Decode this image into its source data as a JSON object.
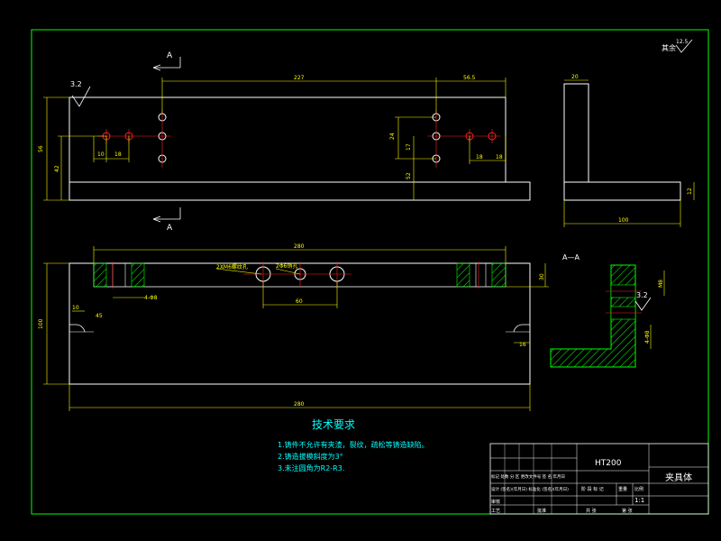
{
  "drawing": {
    "surface_note": "其余",
    "roughness_corner": "12.5",
    "section_label": "A",
    "section_view_title": "A—A",
    "roughness_32": "3.2"
  },
  "dimensions": {
    "top_span": "227",
    "top_right": "56.5",
    "left_height": "56",
    "left_inner": "42",
    "left_h1": "10",
    "left_h2": "18",
    "right_v1": "24",
    "right_v2": "17",
    "right_v3": "52",
    "right_h1": "18",
    "right_h2": "18",
    "side_top": "20",
    "side_bottom": "100",
    "side_right": "12",
    "plan_width": "280",
    "plan_bottom_width": "280",
    "plan_height": "100",
    "plan_right_h": "30",
    "plan_center": "60",
    "plan_left_note": "4-Φ8",
    "plan_left_small": "10",
    "plan_right_small": "16",
    "hole_note_1": "2XM6螺纹孔",
    "hole_note_2": "2Φ6销孔",
    "chamfer_left": "45",
    "section_dim_1": "M8",
    "section_dim_2": "4-Φ8"
  },
  "tech_requirements": {
    "title": "技术要求",
    "items": [
      "1.铸件不允许有夹渣，裂纹，疏松等铸造缺陷。",
      "2.铸造拔模斜度为3°",
      "3.未注圆角为R2-R3."
    ]
  },
  "title_block": {
    "material": "HT200",
    "part_name": "夹具体",
    "scale": "1:1",
    "row_labels_1": "标记 处数 分 区 更改文件号 签 名 年月日",
    "row_labels_2": "设计 (签名)(年月日) 标准化 (签名)(年月日)",
    "stage_labels": "阶 段 标 记",
    "weight_label": "重量",
    "scale_label": "比例",
    "audit": "审核",
    "process": "工艺",
    "approve": "批准",
    "sheet_total": "共  张",
    "sheet_no": "第  张"
  },
  "colors": {
    "frame": "#00ff00",
    "outline": "#ffffff",
    "dimension": "#ffff00",
    "center": "#ff2020",
    "title": "#00ffff"
  }
}
